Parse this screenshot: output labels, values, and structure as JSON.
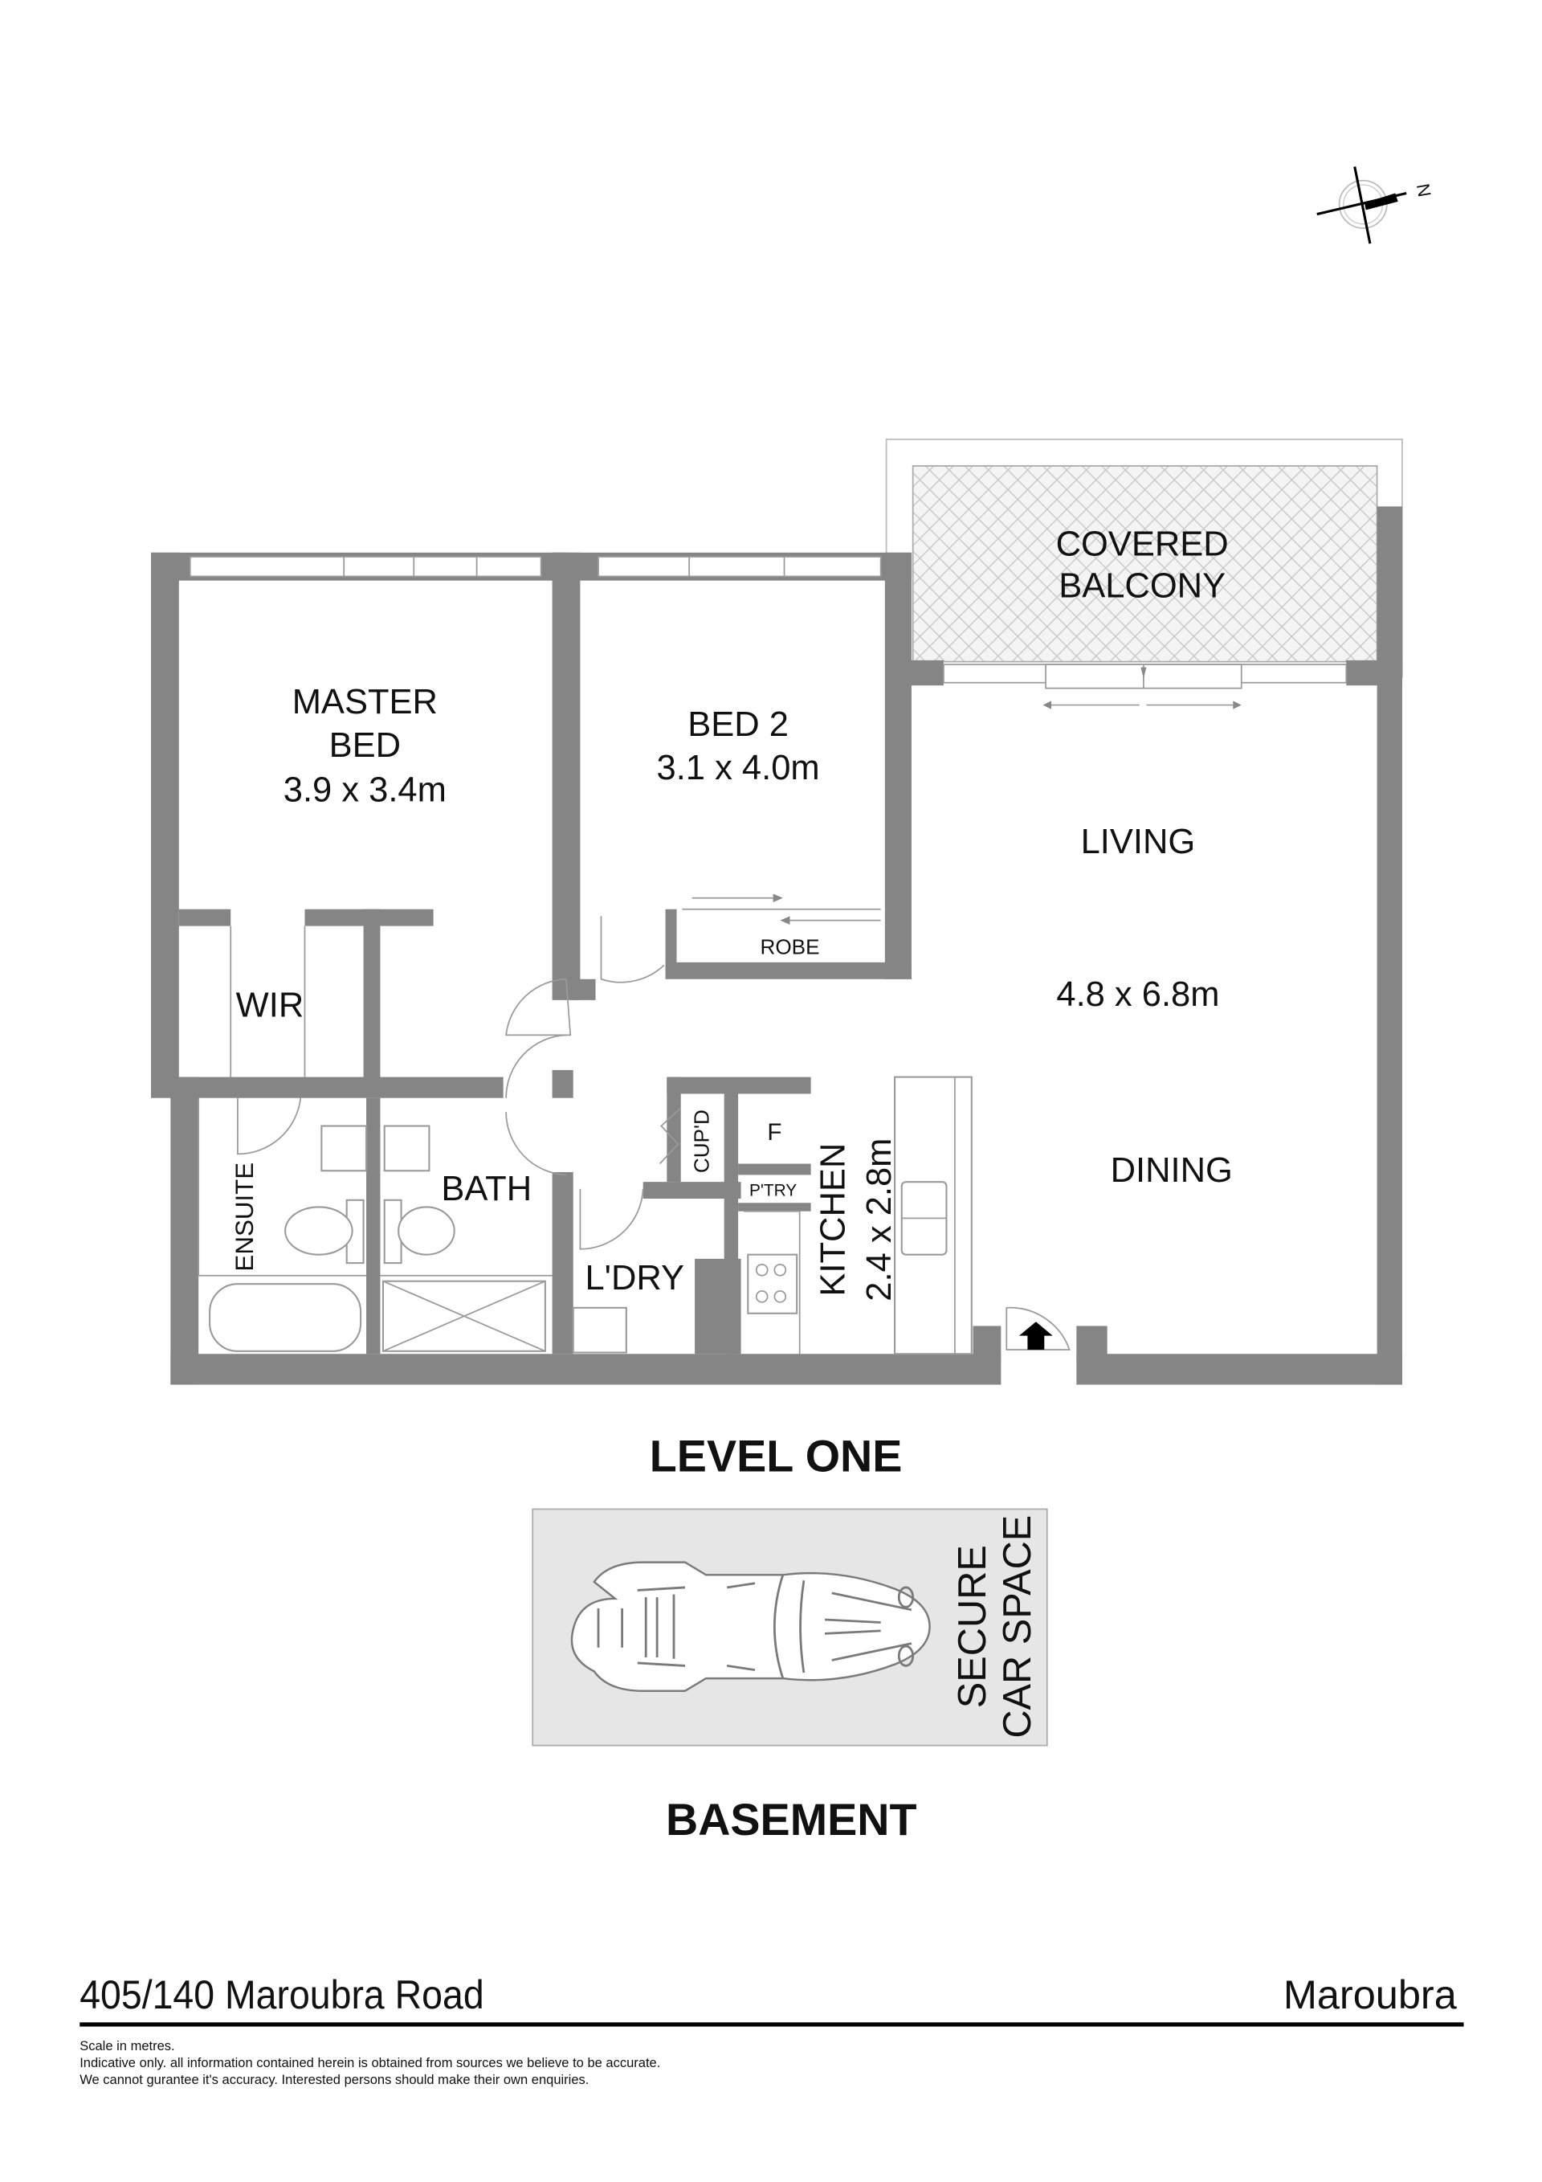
{
  "plan": {
    "rooms": {
      "master_line1": "MASTER",
      "master_line2": "BED",
      "master_size": "3.9 x 3.4m",
      "bed2_name": "BED 2",
      "bed2_size": "3.1 x 4.0m",
      "balcony_line1": "COVERED",
      "balcony_line2": "BALCONY",
      "living_name": "LIVING",
      "living_size": "4.8 x 6.8m",
      "dining_name": "DINING",
      "wir": "WIR",
      "robe": "ROBE",
      "bath": "BATH",
      "ensuite": "ENSUITE",
      "laundry": "L'DRY",
      "cupboard": "CUP'D",
      "fridge": "F",
      "pantry": "P'TRY",
      "kitchen_name": "KITCHEN",
      "kitchen_size": "2.4 x 2.8m"
    },
    "compass_label": "N",
    "level_title": "LEVEL ONE",
    "car_space_line1": "SECURE",
    "car_space_line2": "CAR SPACE",
    "basement_title": "BASEMENT"
  },
  "footer": {
    "address": "405/140 Maroubra Road",
    "suburb": "Maroubra",
    "disclaimer": [
      "Scale in metres.",
      "Indicative only. all information contained herein is obtained from sources we believe to be accurate.",
      "We cannot gurantee it's accuracy. Interested persons should make their own enquiries."
    ]
  },
  "colors": {
    "wall": "#858585",
    "car_space": "#e6e6e6"
  }
}
